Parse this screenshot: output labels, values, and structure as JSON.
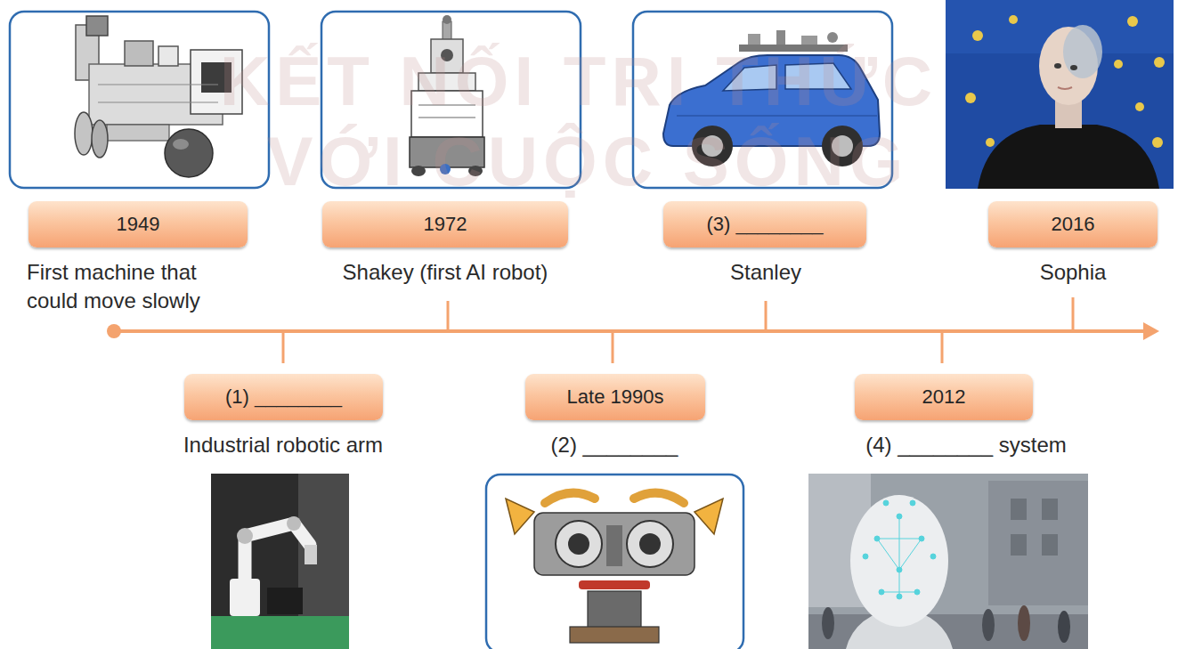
{
  "diagram": {
    "nodes": [
      {
        "text": [
          "1949",
          "First machine that could move slowly"
        ]
      },
      {
        "text": [
          "(1) ________",
          "Industrial robotic arm"
        ]
      },
      {
        "text": [
          "1972",
          "Shakey (first AI robot)"
        ]
      },
      {
        "text": [
          "Late 1990s",
          "(2) ________"
        ]
      },
      {
        "text": [
          "(3) ________",
          "Stanley"
        ]
      },
      {
        "text": [
          "2012",
          "(4) ________ system"
        ]
      },
      {
        "text": [
          "2016",
          "Sophia"
        ]
      }
    ],
    "labels": [
      "KẾT NỐI TRI THỨC",
      "VỚI CUỘC SỐNG"
    ]
  }
}
